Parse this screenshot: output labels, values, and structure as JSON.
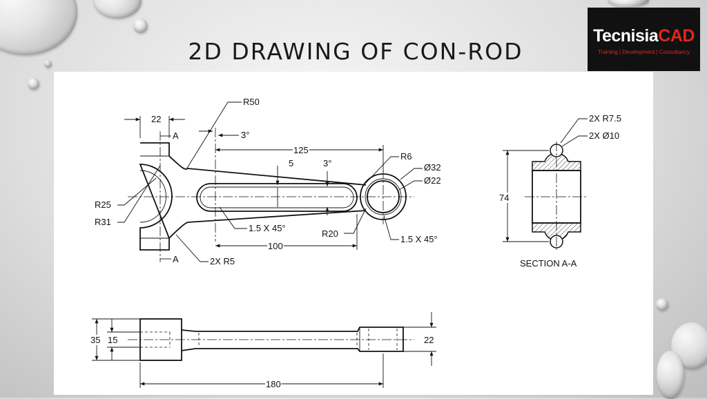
{
  "slide": {
    "title": "2D DRAWING OF CON-ROD"
  },
  "logo": {
    "brand_white": "Tecnisia",
    "brand_red": "CAD",
    "tagline": "Training | Development | Consultancy"
  },
  "front_view": {
    "dims": {
      "width_22": "22",
      "section_a_top": "A",
      "section_a_bottom": "A",
      "r50": "R50",
      "angle_3_left": "3°",
      "len_125": "125",
      "web_5": "5",
      "angle_3_right": "3°",
      "r6": "R6",
      "dia_32": "Ø32",
      "dia_22": "Ø22",
      "r25": "R25",
      "r31": "R31",
      "chamfer_left": "1.5 X 45°",
      "r20": "R20",
      "chamfer_right": "1.5 X 45°",
      "len_100": "100",
      "r5": "2X R5"
    }
  },
  "section_view": {
    "dims": {
      "r7_5": "2X R7.5",
      "dia_10": "2X Ø10",
      "height_74": "74",
      "label": "SECTION A-A"
    }
  },
  "bottom_view": {
    "dims": {
      "h35": "35",
      "h15": "15",
      "h22": "22",
      "len_180": "180"
    }
  },
  "colors": {
    "logo_red": "#e2261c",
    "logo_bg": "#111111",
    "ink": "#111111"
  }
}
